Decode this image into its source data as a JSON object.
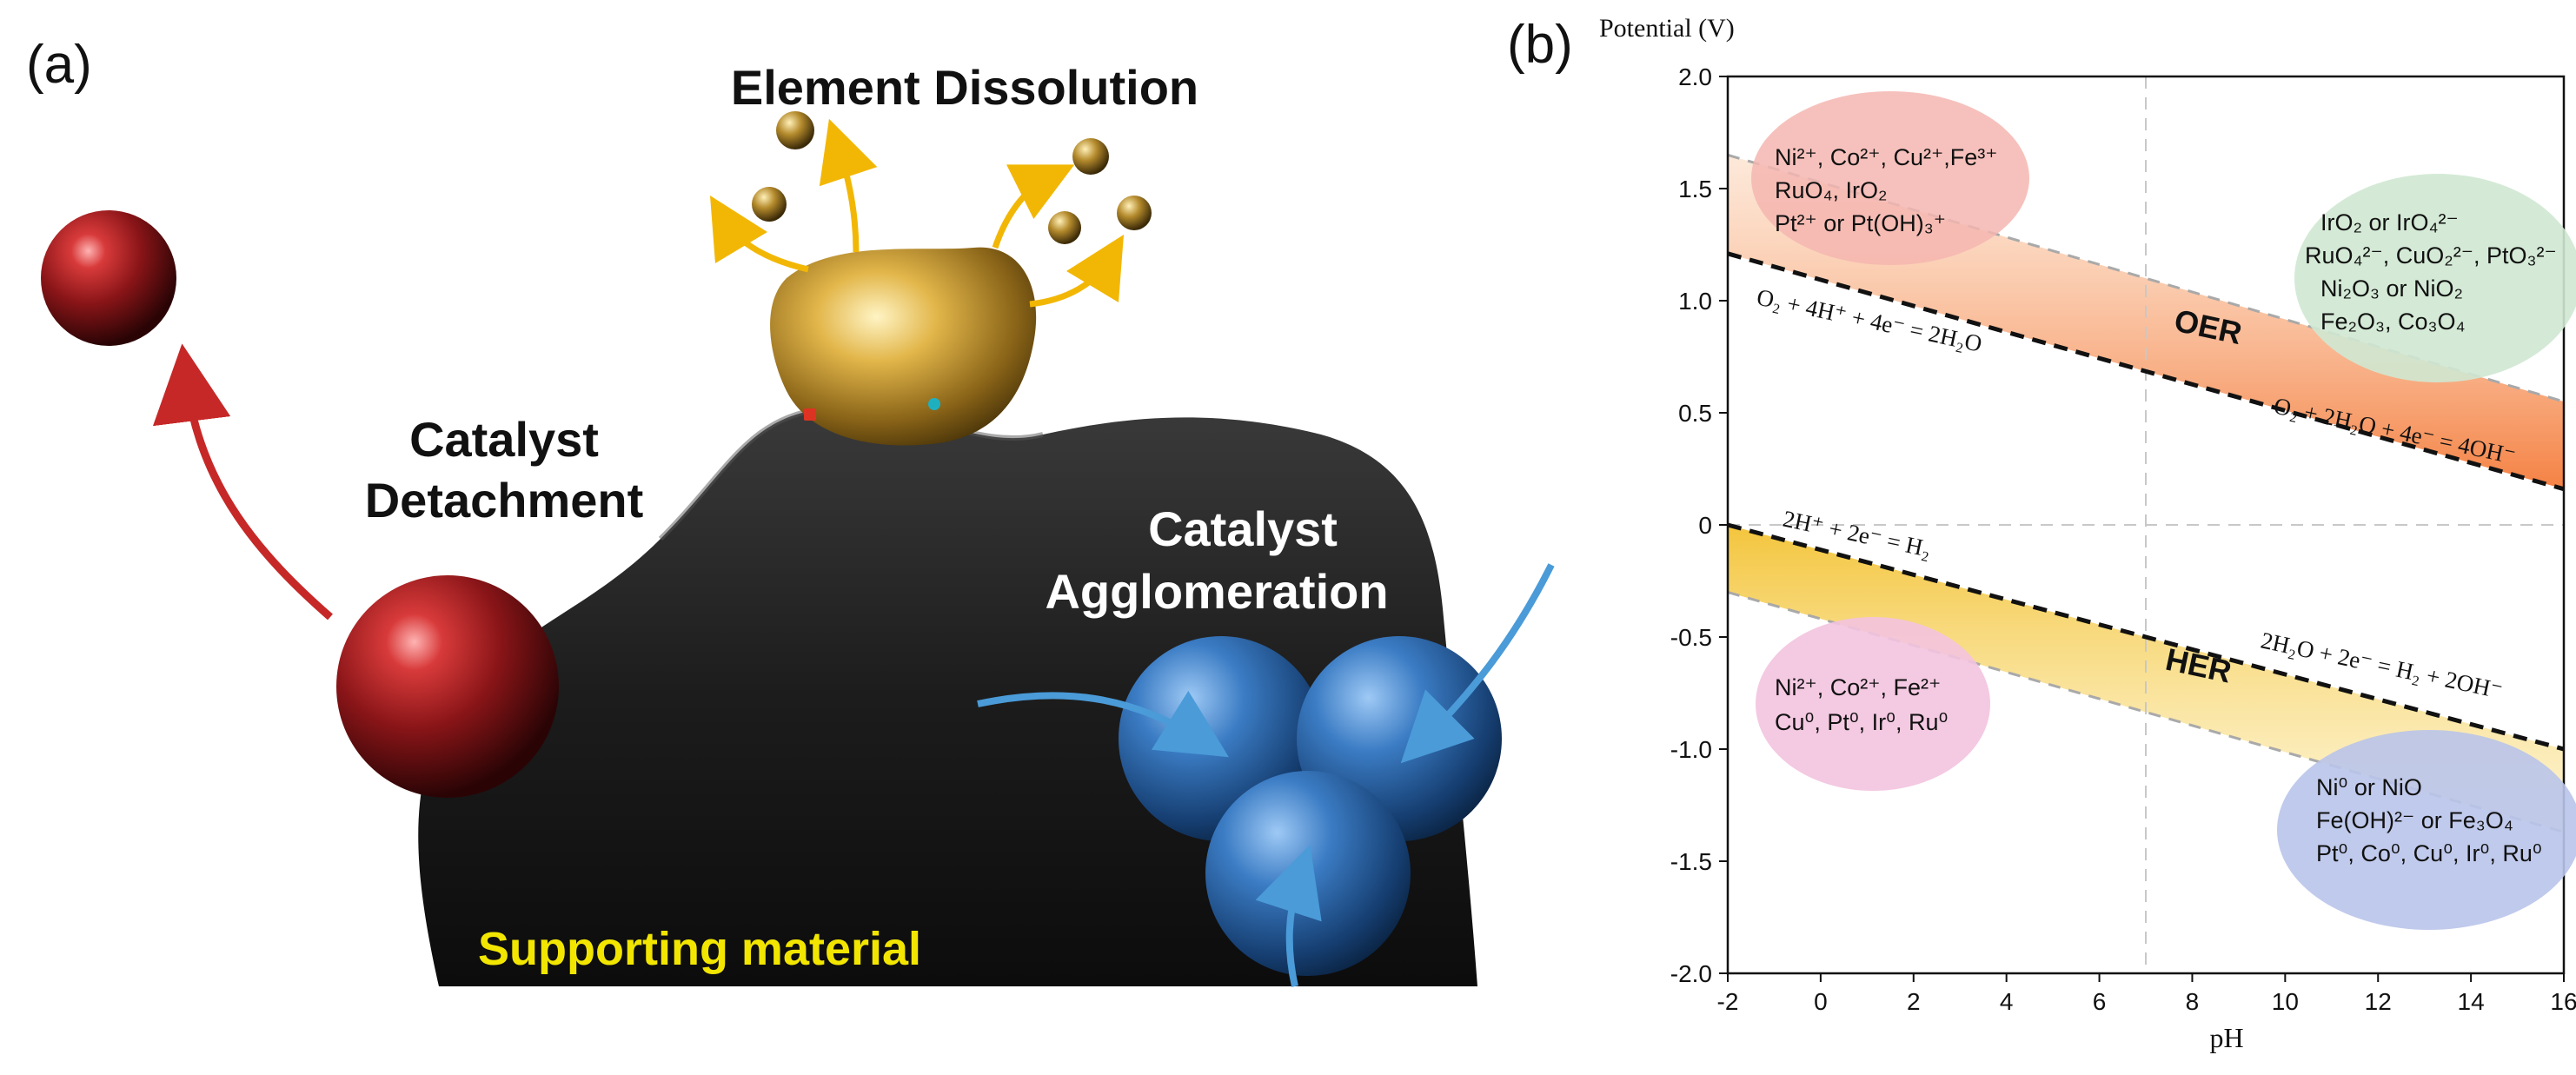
{
  "panel_a": {
    "label": "(a)",
    "element_dissolution": "Element Dissolution",
    "catalyst_detachment_line1": "Catalyst",
    "catalyst_detachment_line2": "Detachment",
    "catalyst_agglomeration_line1": "Catalyst",
    "catalyst_agglomeration_line2": "Agglomeration",
    "supporting_material": "Supporting material",
    "colors": {
      "support": "#1a1a1a",
      "red_catalyst": "#9b1c1f",
      "gold_catalyst": "#c79a2e",
      "blue_catalyst": "#2f6fb3",
      "red_arrow": "#c62828",
      "gold_arrow": "#f2b705",
      "blue_arrow": "#4a9bd8",
      "supporting_text": "#f2e600"
    }
  },
  "panel_b": {
    "label": "(b)",
    "y_axis_title": "Potential (V)",
    "x_axis_title": "pH",
    "oer_label": "OER",
    "her_label": "HER",
    "eq_oer_acid": "O₂ + 4H⁺ + 4e⁻ = 2H₂O",
    "eq_oer_base": "O₂ + 2H₂O + 4e⁻ = 4OH⁻",
    "eq_her_acid": "2H⁺ + 2e⁻ = H₂",
    "eq_her_base": "2H₂O + 2e⁻ = H₂ + 2OH⁻",
    "species_top_left": [
      "Ni²⁺, Co²⁺, Cu²⁺,Fe³⁺",
      "RuO₄, IrO₂",
      "Pt²⁺ or Pt(OH)₃⁺"
    ],
    "species_top_right": [
      "IrO₂ or IrO₄²⁻",
      "RuO₄²⁻, CuO₂²⁻, PtO₃²⁻",
      "Ni₂O₃ or NiO₂",
      "Fe₂O₃, Co₃O₄"
    ],
    "species_bottom_left": [
      "Ni²⁺, Co²⁺, Fe²⁺",
      "Cu⁰, Pt⁰, Ir⁰, Ru⁰"
    ],
    "species_bottom_right": [
      "Ni⁰ or NiO",
      "Fe(OH)²⁻ or Fe₃O₄",
      "Pt⁰, Co⁰, Cu⁰, Ir⁰, Ru⁰"
    ],
    "colors": {
      "oer_band": "#f7a46b",
      "her_band": "#f6d36a",
      "ellipse_top_left": "#f4b6b0",
      "ellipse_top_right": "#cfe8d2",
      "ellipse_bottom_left": "#f3c3df",
      "ellipse_bottom_right": "#b9c4ea"
    }
  },
  "chart_data": {
    "type": "line",
    "title": "",
    "xlabel": "pH",
    "ylabel": "Potential (V)",
    "xlim": [
      -2,
      16
    ],
    "ylim": [
      -2.0,
      2.0
    ],
    "x_ticks": [
      -2,
      0,
      2,
      4,
      6,
      8,
      10,
      12,
      14,
      16
    ],
    "y_ticks": [
      -2.0,
      -1.5,
      -1.0,
      -0.5,
      0,
      0.5,
      1.0,
      1.5,
      2.0
    ],
    "y_tick_labels": [
      "-2.0",
      "-1.5",
      "-1.0",
      "-0.5",
      "0",
      "0.5",
      "1.0",
      "1.5",
      "2.0"
    ],
    "grid": "dashed at pH 7 and 0 V",
    "series": [
      {
        "name": "O₂ + 4H⁺ + 4e⁻ = 2H₂O",
        "style": "dashed-black",
        "x": [
          -2,
          16
        ],
        "y": [
          1.21,
          0.16
        ]
      },
      {
        "name": "2H⁺ + 2e⁻ = H₂",
        "style": "dashed-black",
        "x": [
          -2,
          16
        ],
        "y": [
          0.0,
          -1.0
        ]
      },
      {
        "name": "",
        "style": "dashed-gray",
        "x": [
          -2,
          16
        ],
        "y": [
          1.65,
          0.55
        ]
      },
      {
        "name": "",
        "style": "dashed-gray",
        "x": [
          -2,
          16
        ],
        "y": [
          -0.3,
          -1.37
        ]
      }
    ],
    "bands": [
      {
        "name": "OER",
        "x": [
          -2,
          16
        ],
        "upper": [
          1.65,
          0.55
        ],
        "lower": [
          1.21,
          0.16
        ]
      },
      {
        "name": "HER",
        "x": [
          -2,
          16
        ],
        "upper": [
          0.0,
          -1.0
        ],
        "lower": [
          -0.3,
          -1.37
        ]
      }
    ]
  }
}
